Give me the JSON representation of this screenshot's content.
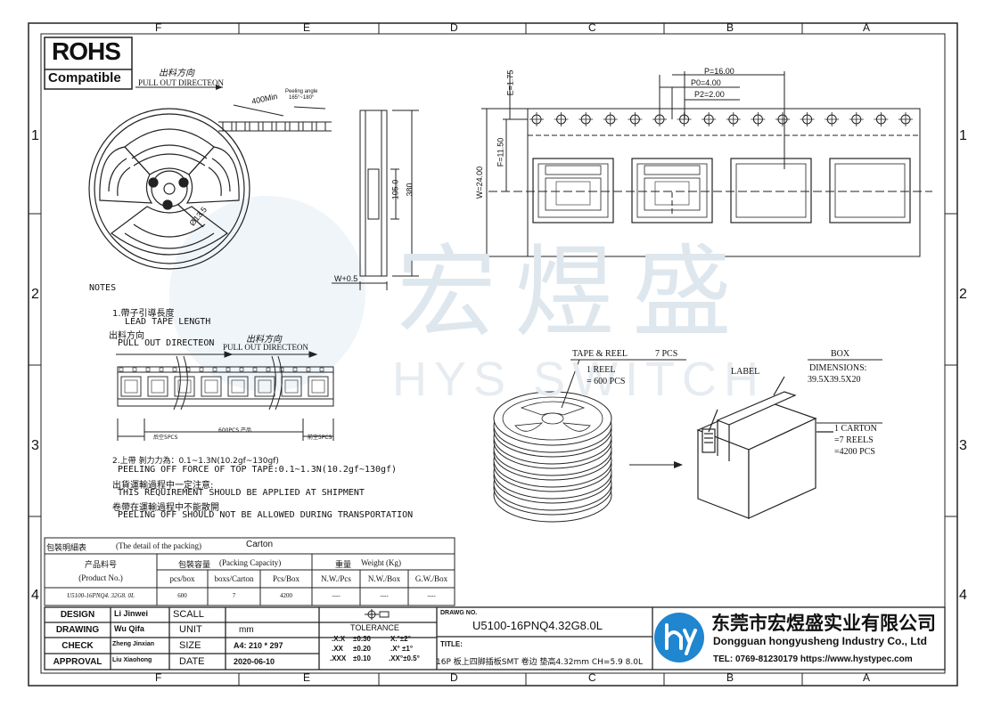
{
  "grid": {
    "columns": [
      "F",
      "E",
      "D",
      "C",
      "B",
      "A"
    ],
    "rows": [
      "1",
      "2",
      "3",
      "4"
    ]
  },
  "rohs": {
    "line1": "ROHS",
    "line2": "Compatible"
  },
  "reel_top": {
    "direction_cn": "出料方向",
    "direction_en": "PULL OUT DIRECTEON",
    "leader_dim": "400Min",
    "peel_label": "Peeling angle",
    "peel_value": "165°~180°",
    "hub_dim": "Ø13.5",
    "dim_105": "105.0",
    "dim_380": "380",
    "dim_w": "W+0.5"
  },
  "tape_top": {
    "E": "E=1.75",
    "P": "P=16.00",
    "P0": "P0=4.00",
    "P2": "P2=2.00",
    "F": "F=11.50",
    "W": "W=24.00"
  },
  "notes": {
    "title": "NOTES",
    "n1_cn": "1.帶子引導長度",
    "n1_en": "LEAD TAPE LENGTH",
    "dir_cn": "出料方向",
    "dir_en": "PULL OUT DIRECTEON",
    "dir2_cn": "出料方向",
    "dir2_en": "PULL OUT DIRECTEON",
    "strip_left": "后空5PCS",
    "strip_mid": "600PCS 产品",
    "strip_right": "前空5PCS",
    "n2_cn": "2.上帶 剝力力為：0.1~1.3N(10.2gf~130gf)",
    "n2_en": "PEELING OFF FORCE OF TOP TAPE:0.1~1.3N(10.2gf~130gf)",
    "n3_cn": "出貨運輸過程中一定注意:",
    "n3_en": "THIS REQUIREMENT SHOULD BE APPLIED AT SHIPMENT",
    "n4_cn": "卷帶在運輸過程中不能散開",
    "n4_en": "PEELING OFF SHOULD NOT BE ALLOWED DURING TRANSPORTATION"
  },
  "packing": {
    "tape_reel": "TAPE & REEL",
    "pcs7": "7 PCS",
    "reel1": "1 REEL",
    "reel_qty": "= 600 PCS",
    "box": "BOX",
    "label": "LABEL",
    "dims": "DIMENSIONS:",
    "dims_val": "39.5X39.5X20",
    "carton": "1 CARTON",
    "carton_reels": "=7 REELS",
    "carton_pcs": "=4200 PCS"
  },
  "watermark": {
    "cn": "宏煜盛",
    "en": "HYS SWITCH"
  },
  "packing_table": {
    "title_cn": "包裝明細表",
    "title_en": "(The detail of the packing)",
    "title_val": "Carton",
    "h_product_cn": "产品料号",
    "h_product_en": "(Product No.)",
    "h_capacity_cn": "包裝容量",
    "h_capacity_en": "(Packing Capacity)",
    "h_weight_cn": "重量",
    "h_weight_en": "Weight (Kg)",
    "sub": [
      "pcs/box",
      "boxs/Carton",
      "Pcs/Box",
      "N.W./Pcs",
      "N.W./Box",
      "G.W./Box"
    ],
    "row": [
      "U5100-16PNQ4. 32G8. 0L",
      "600",
      "7",
      "4200",
      "----",
      "----",
      "----"
    ]
  },
  "titleblock": {
    "labels": [
      "DESIGN",
      "DRAWING",
      "CHECK",
      "APPROVAL"
    ],
    "names": [
      "Li Jinwei",
      "Wu Qifa",
      "Zheng Jinxian",
      "Liu Xiaohong"
    ],
    "keys": [
      "SCALL",
      "UNIT",
      "SIZE",
      "DATE"
    ],
    "values": [
      "",
      "mm",
      "A4: 210 * 297",
      "2020-06-10"
    ],
    "tolerance": "TOLERANCE",
    "tol_rows": [
      [
        ".X.X",
        "±0.30",
        "X.°±2°"
      ],
      [
        ".XX",
        "±0.20",
        ".X° ±1°"
      ],
      [
        ".XXX",
        "±0.10",
        ".XX°±0.5°"
      ]
    ],
    "dwg_label": "DRAWG NO.",
    "dwg_no": "U5100-16PNQ4.32G8.0L",
    "title_label": "TITLE:",
    "title_val": "16P 板上四脚插板SMT 卷边 垫高4.32mm CH=5.9 8.0L",
    "company_cn": "东莞市宏煜盛实业有限公司",
    "company_en": "Dongguan hongyusheng Industry Co., Ltd",
    "contact": "TEL: 0769-81230179  https://www.hystypec.com"
  },
  "colors": {
    "line": "#222222",
    "watermark": "#dde6ee",
    "logo": "#1f86cf"
  }
}
